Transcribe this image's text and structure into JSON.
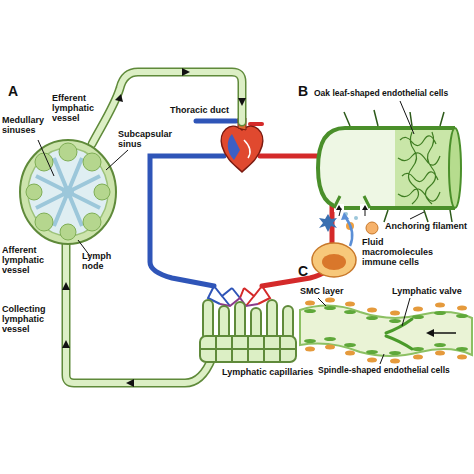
{
  "diagram": {
    "labels": [
      "A",
      "Medullary sinuses",
      "Efferent lymphatic vessel",
      "Subcapsular sinus",
      "Thoracic duct",
      "B",
      "Oak leaf-shaped endothelial cells",
      "Anchoring filament",
      "Fluid macromolecules immune cells",
      "Afferent lymphatic vessel",
      "Lymph node",
      "C",
      "SMC layer",
      "Lymphatic valve",
      "Collecting lymphatic vessel",
      "Spindle-shaped endothelial cells",
      "Lymphatic capillaries"
    ]
  }
}
